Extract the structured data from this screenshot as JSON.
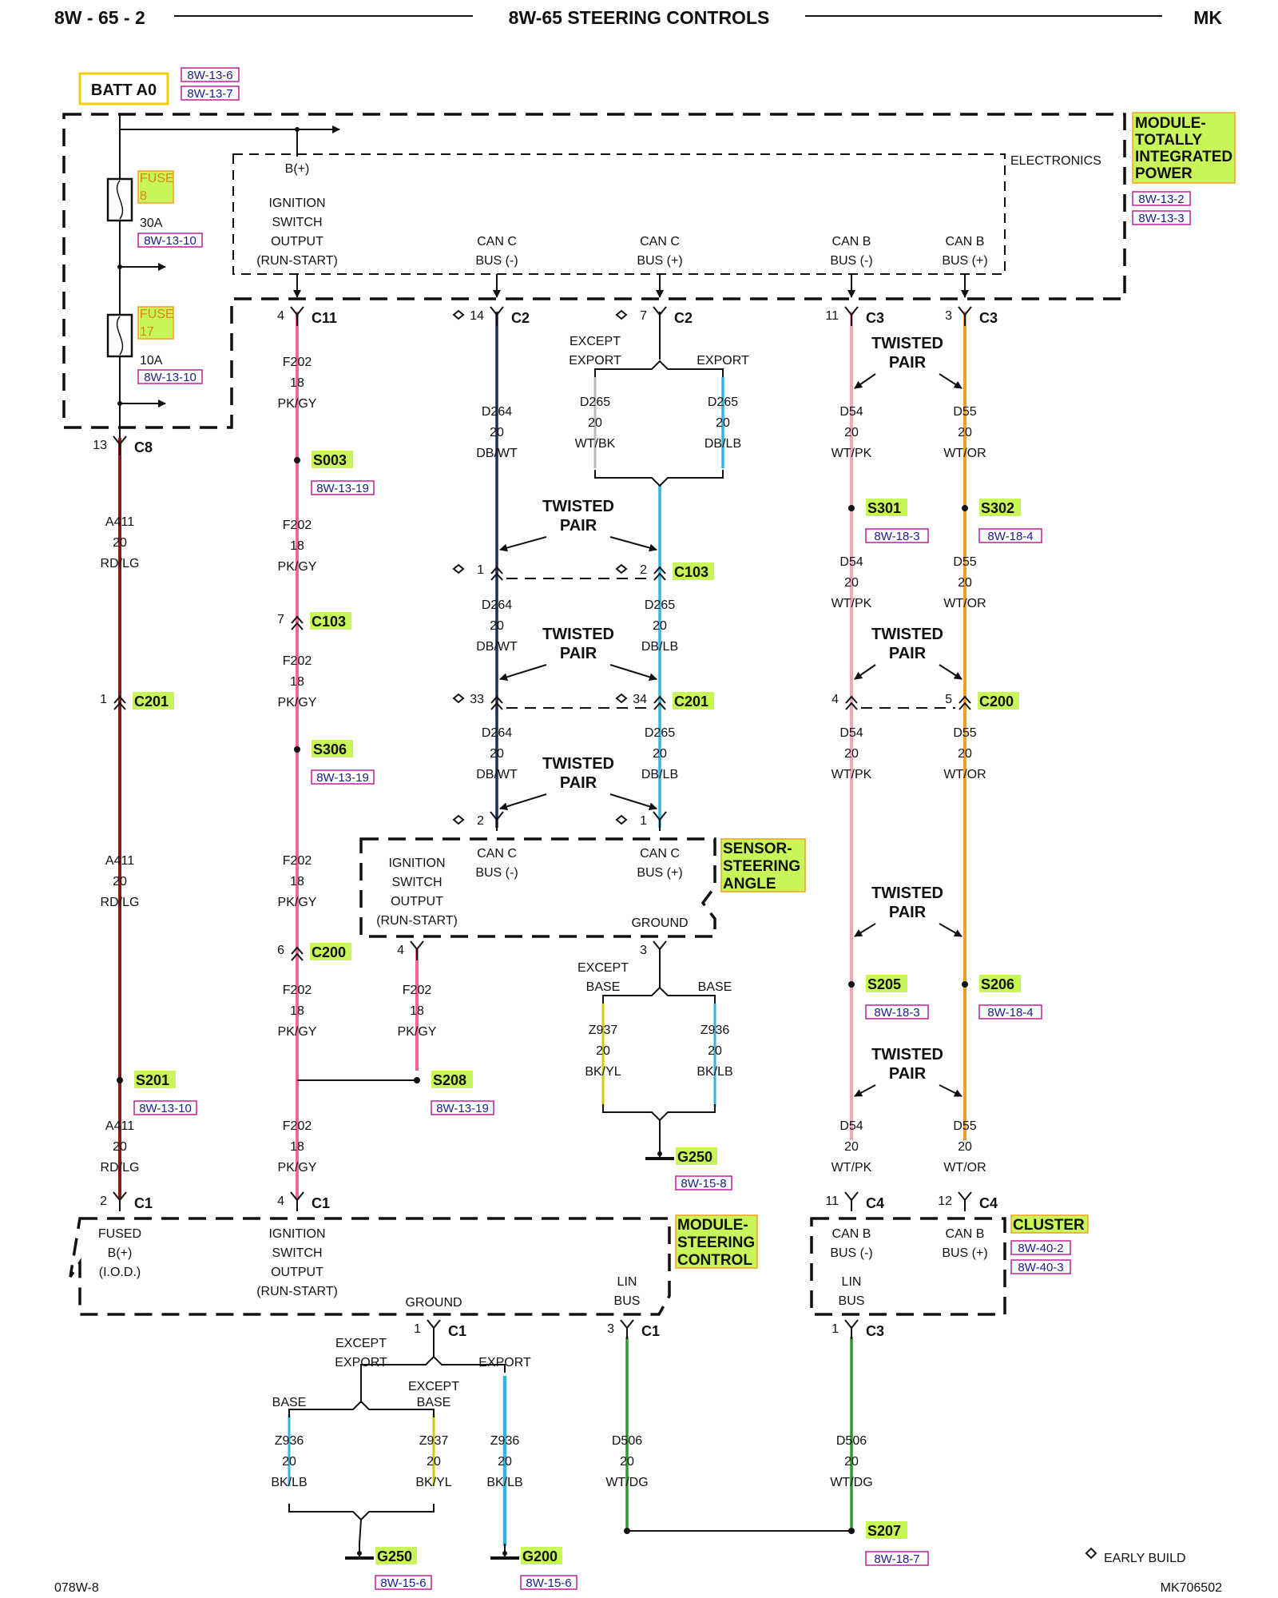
{
  "header": {
    "left": "8W - 65 - 2",
    "center": "8W-65 STEERING CONTROLS",
    "right": "MK"
  },
  "footer": {
    "left": "078W-8",
    "right": "MK706502",
    "legend": "EARLY BUILD"
  },
  "colors": {
    "rdlg": "#8b1a1a",
    "pkgy": "#f06a8c",
    "dbwt": "#1f2d55",
    "dblb": "#35b4df",
    "wtpk": "#f2a7b3",
    "wtor": "#f4a020",
    "wtdg": "#2e9a2e",
    "bklb": "#35b4df",
    "bkyl": "#d8c800",
    "hilite": "#c8f55a",
    "refbox": "#c0209a"
  },
  "batt": {
    "label": "BATT A0",
    "refs": [
      "8W-13-6",
      "8W-13-7"
    ]
  },
  "tipm": {
    "title": [
      "MODULE-",
      "TOTALLY",
      "INTEGRATED",
      "POWER"
    ],
    "refs": [
      "8W-13-2",
      "8W-13-3"
    ],
    "electronics": "ELECTRONICS",
    "bplus": "B(+)",
    "pins": [
      {
        "text": [
          "IGNITION",
          "SWITCH",
          "OUTPUT",
          "(RUN-START)"
        ]
      },
      {
        "text": [
          "CAN C",
          "BUS (-)"
        ]
      },
      {
        "text": [
          "CAN C",
          "BUS (+)"
        ]
      },
      {
        "text": [
          "CAN B",
          "BUS (-)"
        ]
      },
      {
        "text": [
          "CAN B",
          "BUS (+)"
        ]
      }
    ],
    "fuse8": {
      "label": "FUSE",
      "num": "8",
      "amps": "30A",
      "ref": "8W-13-10"
    },
    "fuse17": {
      "label": "FUSE",
      "num": "17",
      "amps": "10A",
      "ref": "8W-13-10"
    }
  },
  "connectors": [
    {
      "pin": "13",
      "name": "C8"
    },
    {
      "pin": "4",
      "name": "C11"
    },
    {
      "pin": "14",
      "name": "C2"
    },
    {
      "pin": "7",
      "name": "C2"
    },
    {
      "pin": "11",
      "name": "C3"
    },
    {
      "pin": "3",
      "name": "C3"
    },
    {
      "pin": "1",
      "name": "C201"
    },
    {
      "pin": "7",
      "name": "C103"
    },
    {
      "pin": "1",
      "name": ""
    },
    {
      "pin": "2",
      "name": "C103"
    },
    {
      "pin": "33",
      "name": ""
    },
    {
      "pin": "34",
      "name": "C201"
    },
    {
      "pin": "4",
      "name": ""
    },
    {
      "pin": "5",
      "name": "C200"
    },
    {
      "pin": "6",
      "name": "C200"
    },
    {
      "pin": "2",
      "name": ""
    },
    {
      "pin": "1",
      "name": ""
    },
    {
      "pin": "4",
      "name": ""
    },
    {
      "pin": "3",
      "name": ""
    },
    {
      "pin": "2",
      "name": "C1"
    },
    {
      "pin": "4",
      "name": "C1"
    },
    {
      "pin": "11",
      "name": "C4"
    },
    {
      "pin": "12",
      "name": "C4"
    },
    {
      "pin": "1",
      "name": "C1"
    },
    {
      "pin": "3",
      "name": "C1"
    },
    {
      "pin": "1",
      "name": "C3"
    }
  ],
  "wires": [
    {
      "ckt": "A411",
      "g": "20",
      "c": "RD/LG"
    },
    {
      "ckt": "A411",
      "g": "20",
      "c": "RD/LG"
    },
    {
      "ckt": "A411",
      "g": "20",
      "c": "RD/LG"
    },
    {
      "ckt": "F202",
      "g": "18",
      "c": "PK/GY"
    },
    {
      "ckt": "F202",
      "g": "18",
      "c": "PK/GY"
    },
    {
      "ckt": "F202",
      "g": "18",
      "c": "PK/GY"
    },
    {
      "ckt": "F202",
      "g": "18",
      "c": "PK/GY"
    },
    {
      "ckt": "F202",
      "g": "18",
      "c": "PK/GY"
    },
    {
      "ckt": "F202",
      "g": "18",
      "c": "PK/GY"
    },
    {
      "ckt": "F202",
      "g": "18",
      "c": "PK/GY"
    },
    {
      "ckt": "D264",
      "g": "20",
      "c": "DB/WT"
    },
    {
      "ckt": "D264",
      "g": "20",
      "c": "DB/WT"
    },
    {
      "ckt": "D264",
      "g": "20",
      "c": "DB/WT"
    },
    {
      "ckt": "D265",
      "g": "20",
      "c": "WT/BK"
    },
    {
      "ckt": "D265",
      "g": "20",
      "c": "DB/LB"
    },
    {
      "ckt": "D265",
      "g": "20",
      "c": "DB/LB"
    },
    {
      "ckt": "D265",
      "g": "20",
      "c": "DB/LB"
    },
    {
      "ckt": "D54",
      "g": "20",
      "c": "WT/PK"
    },
    {
      "ckt": "D54",
      "g": "20",
      "c": "WT/PK"
    },
    {
      "ckt": "D54",
      "g": "20",
      "c": "WT/PK"
    },
    {
      "ckt": "D54",
      "g": "20",
      "c": "WT/PK"
    },
    {
      "ckt": "D55",
      "g": "20",
      "c": "WT/OR"
    },
    {
      "ckt": "D55",
      "g": "20",
      "c": "WT/OR"
    },
    {
      "ckt": "D55",
      "g": "20",
      "c": "WT/OR"
    },
    {
      "ckt": "D55",
      "g": "20",
      "c": "WT/OR"
    },
    {
      "ckt": "Z937",
      "g": "20",
      "c": "BK/YL"
    },
    {
      "ckt": "Z936",
      "g": "20",
      "c": "BK/LB"
    },
    {
      "ckt": "Z936",
      "g": "20",
      "c": "BK/LB"
    },
    {
      "ckt": "Z937",
      "g": "20",
      "c": "BK/YL"
    },
    {
      "ckt": "Z936",
      "g": "20",
      "c": "BK/LB"
    },
    {
      "ckt": "D506",
      "g": "20",
      "c": "WT/DG"
    },
    {
      "ckt": "D506",
      "g": "20",
      "c": "WT/DG"
    }
  ],
  "splices": [
    {
      "name": "S003",
      "ref": "8W-13-19"
    },
    {
      "name": "S306",
      "ref": "8W-13-19"
    },
    {
      "name": "S201",
      "ref": "8W-13-10"
    },
    {
      "name": "S208",
      "ref": "8W-13-19"
    },
    {
      "name": "S301",
      "ref": "8W-18-3"
    },
    {
      "name": "S302",
      "ref": "8W-18-4"
    },
    {
      "name": "S205",
      "ref": "8W-18-3"
    },
    {
      "name": "S206",
      "ref": "8W-18-4"
    },
    {
      "name": "S207",
      "ref": "8W-18-7"
    }
  ],
  "grounds": [
    {
      "name": "G250",
      "ref": "8W-15-8"
    },
    {
      "name": "G250",
      "ref": "8W-15-6"
    },
    {
      "name": "G200",
      "ref": "8W-15-6"
    }
  ],
  "twisted": [
    "TWISTED",
    "PAIR"
  ],
  "options": {
    "except_export": [
      "EXCEPT",
      "EXPORT"
    ],
    "export": "EXPORT",
    "except_base": [
      "EXCEPT",
      "BASE"
    ],
    "base": "BASE"
  },
  "sas": {
    "title": [
      "SENSOR-",
      "STEERING",
      "ANGLE"
    ],
    "pins": [
      {
        "text": [
          "IGNITION",
          "SWITCH",
          "OUTPUT",
          "(RUN-START)"
        ]
      },
      {
        "text": [
          "CAN C",
          "BUS (-)"
        ]
      },
      {
        "text": [
          "CAN C",
          "BUS (+)"
        ]
      },
      {
        "text": [
          "GROUND"
        ]
      }
    ]
  },
  "scm": {
    "title": [
      "MODULE-",
      "STEERING",
      "CONTROL"
    ],
    "pins": [
      {
        "text": [
          "FUSED",
          "B(+)",
          "(I.O.D.)"
        ]
      },
      {
        "text": [
          "IGNITION",
          "SWITCH",
          "OUTPUT",
          "(RUN-START)"
        ]
      },
      {
        "text": [
          "GROUND"
        ]
      },
      {
        "text": [
          "LIN",
          "BUS"
        ]
      }
    ]
  },
  "cluster": {
    "title": [
      "CLUSTER"
    ],
    "refs": [
      "8W-40-2",
      "8W-40-3"
    ],
    "pins": [
      {
        "text": [
          "CAN B",
          "BUS (-)"
        ]
      },
      {
        "text": [
          "CAN B",
          "BUS (+)"
        ]
      },
      {
        "text": [
          "LIN",
          "BUS"
        ]
      }
    ]
  }
}
